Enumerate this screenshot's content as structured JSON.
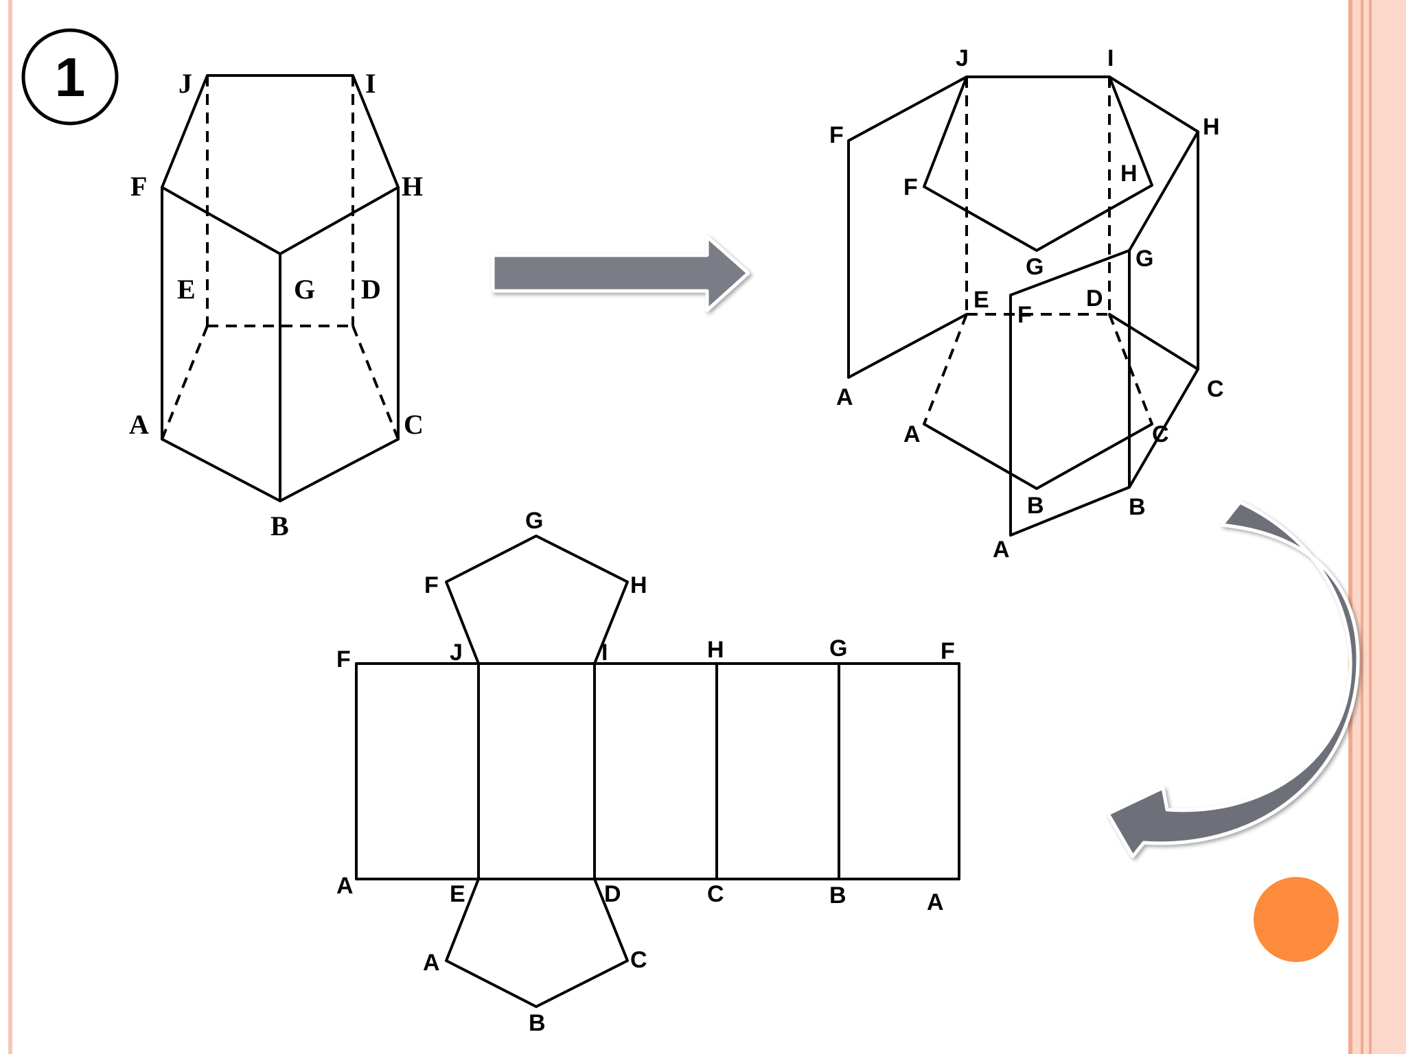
{
  "step": {
    "number": "1"
  },
  "solid_labels": {
    "J": "J",
    "I": "I",
    "F": "F",
    "H": "H",
    "E": "E",
    "G": "G",
    "D": "D",
    "A": "A",
    "C": "C",
    "B": "B"
  },
  "unfolding_labels": {
    "J": "J",
    "I": "I",
    "F_outer": "F",
    "H_outer": "H",
    "F_inner": "F",
    "H_inner": "H",
    "G_top": "G",
    "G_side": "G",
    "E": "E",
    "F_mid": "F",
    "D": "D",
    "A_outer": "A",
    "C_outer": "C",
    "A_inner": "A",
    "C_inner": "C",
    "B_inner": "B",
    "B_side": "B",
    "A_bottom": "A"
  },
  "net_labels": {
    "G_top": "G",
    "F_top": "F",
    "H_top": "H",
    "F_left": "F",
    "J": "J",
    "I": "I",
    "H": "H",
    "G": "G",
    "F_right": "F",
    "A_left": "A",
    "E": "E",
    "D": "D",
    "C": "C",
    "B": "B",
    "A_right": "A",
    "A_bottom": "A",
    "C_bottom": "C",
    "B_bottom": "B"
  },
  "colors": {
    "arrow": "#7a7d85",
    "dot": "#fd8b3c",
    "frame": "#fbd8c9",
    "frame_stripe": "#f2a98f"
  }
}
